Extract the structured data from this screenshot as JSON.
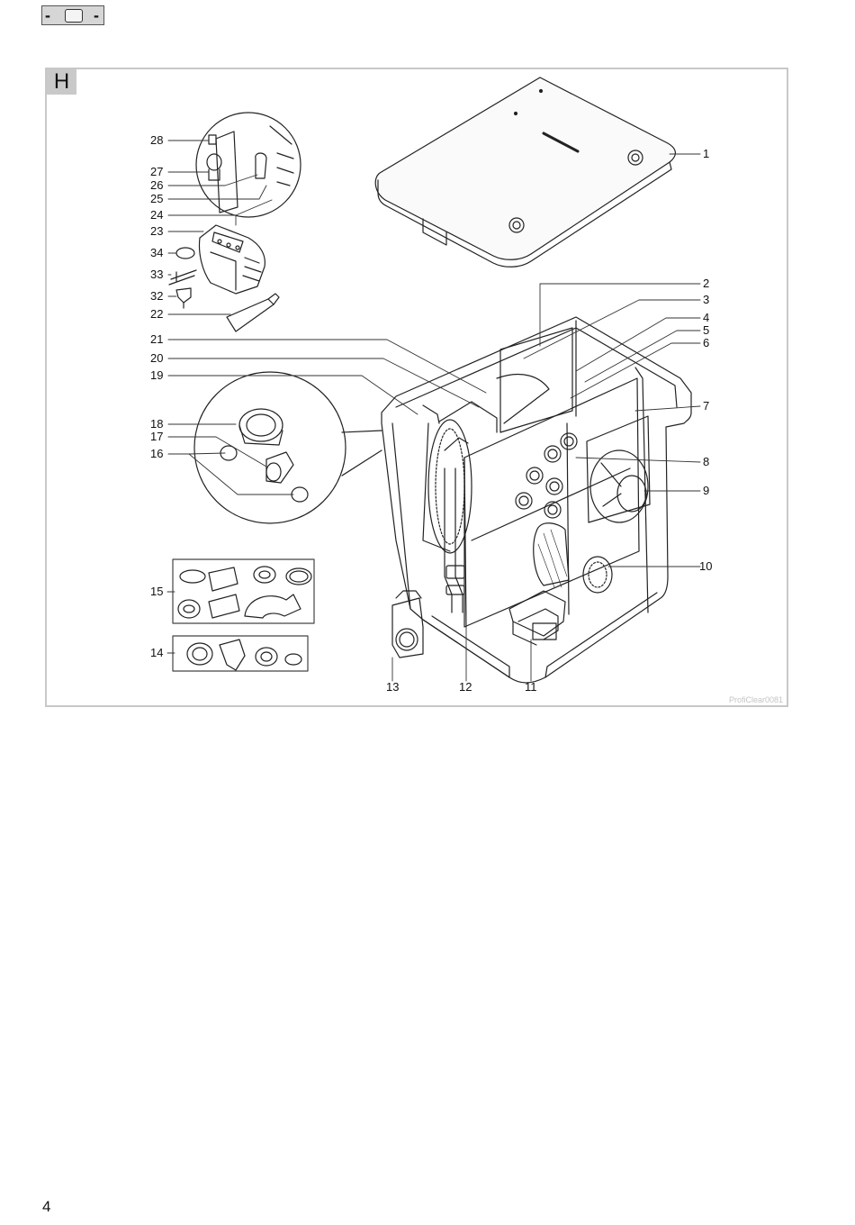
{
  "figure": {
    "letter": "H",
    "watermark": "ProfiClear0081",
    "callouts": [
      "1",
      "2",
      "3",
      "4",
      "5",
      "6",
      "7",
      "8",
      "9",
      "10",
      "11",
      "12",
      "13",
      "14",
      "15",
      "16",
      "17",
      "18",
      "19",
      "20",
      "21",
      "22",
      "23",
      "24",
      "25",
      "26",
      "27",
      "28",
      "32",
      "33",
      "34"
    ]
  },
  "page": {
    "number": "4"
  }
}
